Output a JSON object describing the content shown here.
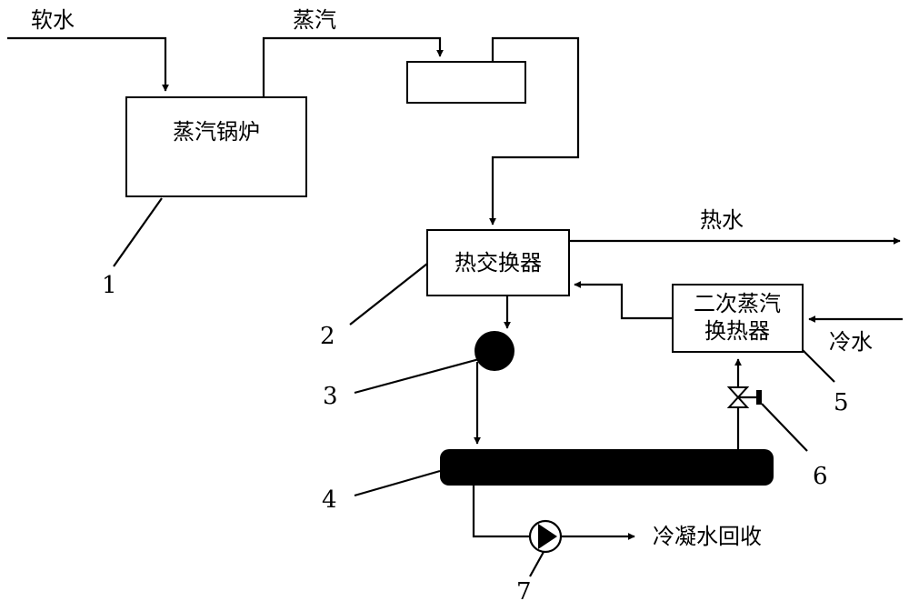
{
  "colors": {
    "line": "#000000",
    "background": "#ffffff"
  },
  "labels": {
    "soft_water": "软水",
    "steam": "蒸汽",
    "hot_water": "热水",
    "cold_water": "冷水",
    "condensate_recovery": "冷凝水回收"
  },
  "boxes": {
    "boiler": "蒸汽锅炉",
    "heat_exchanger": "热交换器",
    "secondary_line1": "二次蒸汽",
    "secondary_line2": "换热器"
  },
  "numbers": {
    "n1": "1",
    "n2": "2",
    "n3": "3",
    "n4": "4",
    "n5": "5",
    "n6": "6",
    "n7": "7"
  },
  "icons": {
    "valve": "valve-icon",
    "pump": "pump-icon",
    "trap": "steam-trap-icon"
  }
}
